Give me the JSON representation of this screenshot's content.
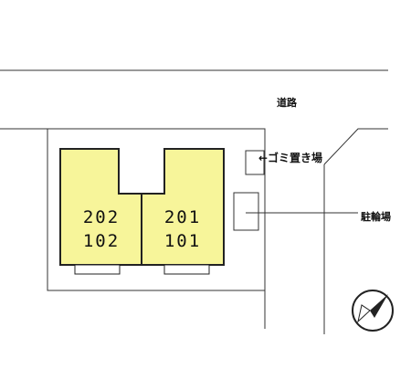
{
  "labels": {
    "road": "道路",
    "garbage": "←ゴミ置き場",
    "bicycle_parking": "駐輪場"
  },
  "units": {
    "left_upper": "202",
    "left_lower": "102",
    "right_upper": "201",
    "right_lower": "101"
  },
  "colors": {
    "building_fill": "#f7f59a",
    "line": "#222222",
    "background": "#ffffff"
  },
  "icons": {
    "north": "compass-north-arrow-icon"
  }
}
